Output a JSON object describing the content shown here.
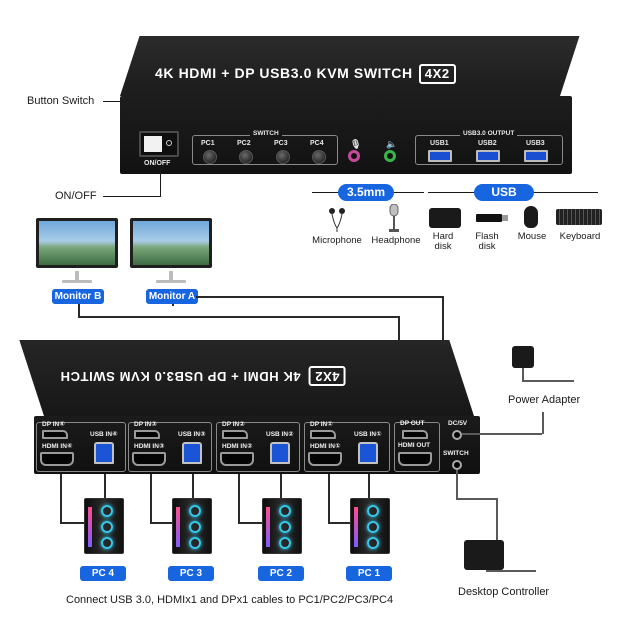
{
  "device_front": {
    "title": "4K HDMI + DP USB3.0 KVM SWITCH",
    "badge": "4X2",
    "switch_group_label": "SWITCH",
    "pc_buttons": [
      "PC1",
      "PC2",
      "PC3",
      "PC4"
    ],
    "usb_group_label": "USB3.0 OUTPUT",
    "usb_ports": [
      "USB1",
      "USB2",
      "USB3"
    ],
    "power_label": "ON/OFF",
    "mic_icon": "microphone-icon",
    "speaker_icon": "speaker-icon"
  },
  "callouts": {
    "button_switch": "Button Switch",
    "on_off": "ON/OFF",
    "power_adapter": "Power Adapter",
    "desktop_controller": "Desktop Controller"
  },
  "categories": {
    "audio_label": "3.5mm",
    "usb_label": "USB"
  },
  "peripherals": [
    {
      "label": "Microphone",
      "icon": "earphones-icon"
    },
    {
      "label": "Headphone",
      "icon": "mic-stand-icon"
    },
    {
      "label": "Hard disk",
      "icon": "hard-disk-icon"
    },
    {
      "label": "Flash disk",
      "icon": "flash-disk-icon"
    },
    {
      "label": "Mouse",
      "icon": "mouse-icon"
    },
    {
      "label": "Keyboard",
      "icon": "keyboard-icon"
    }
  ],
  "monitors": [
    "Monitor B",
    "Monitor A"
  ],
  "device_back": {
    "title": "4K HDMI + DP USB3.0 KVM SWITCH",
    "badge": "4X2",
    "groups": [
      {
        "dp": "DP IN④",
        "hdmi": "HDMI IN④",
        "usb": "USB IN④"
      },
      {
        "dp": "DP IN③",
        "hdmi": "HDMI IN③",
        "usb": "USB IN③"
      },
      {
        "dp": "DP IN②",
        "hdmi": "HDMI IN②",
        "usb": "USB IN②"
      },
      {
        "dp": "DP IN①",
        "hdmi": "HDMI IN①",
        "usb": "USB IN①"
      }
    ],
    "dp_out": "DP OUT",
    "hdmi_out": "HDMI OUT",
    "dc": "DC/5V",
    "switch": "SWITCH"
  },
  "pcs": [
    "PC 4",
    "PC 3",
    "PC 2",
    "PC 1"
  ],
  "caption": "Connect USB 3.0, HDMIx1 and DPx1 cables to PC1/PC2/PC3/PC4",
  "colors": {
    "accent": "#1766e0",
    "usb_blue": "#1c54d6",
    "device": "#1a1a1a"
  }
}
